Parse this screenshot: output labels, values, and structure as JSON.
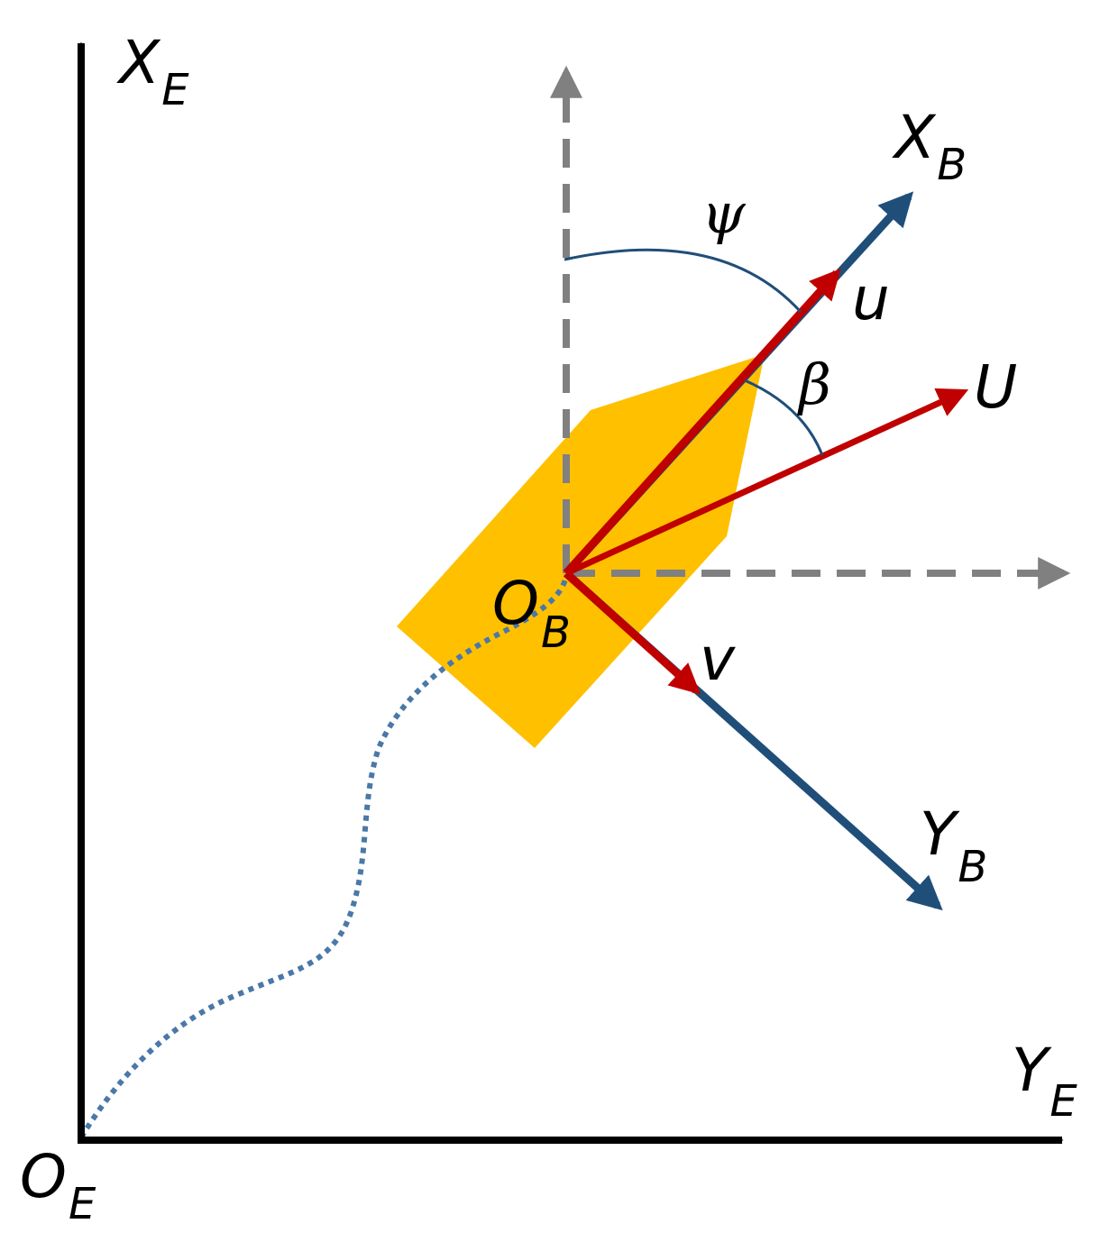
{
  "colors": {
    "earth_axis": "#000000",
    "reference_axis": "#808080",
    "body_axis": "#1f4e79",
    "velocity": "#c00000",
    "vessel": "#ffc000",
    "trajectory": "#4a78a8"
  },
  "labels": {
    "earth_origin": {
      "main": "O",
      "sub": "E"
    },
    "earth_x": {
      "main": "X",
      "sub": "E"
    },
    "earth_y": {
      "main": "Y",
      "sub": "E"
    },
    "body_origin": {
      "main": "O",
      "sub": "B"
    },
    "body_x": {
      "main": "X",
      "sub": "B"
    },
    "body_y": {
      "main": "Y",
      "sub": "B"
    },
    "surge": "u",
    "sway": "v",
    "speed": "U",
    "heading_angle": "ψ",
    "drift_angle": "β"
  }
}
